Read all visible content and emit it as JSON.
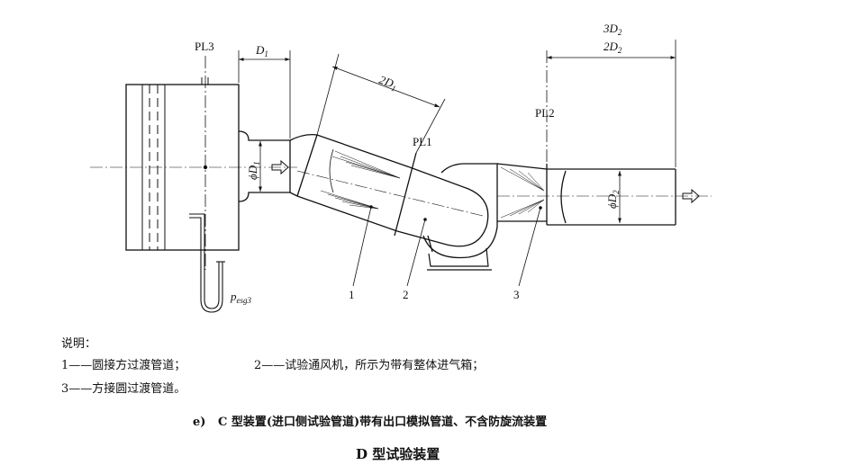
{
  "labels": {
    "pl3": "PL3",
    "pl1": "PL1",
    "pl2": "PL2",
    "d1_dim": "D",
    "d1_sub": "1",
    "two_d1": "2D",
    "two_d1_sub": "1",
    "three_d2": "3D",
    "three_d2_sub": "2",
    "two_d2": "2D",
    "two_d2_sub": "2",
    "phi_d1": "ϕD",
    "phi_d1_sub": "1",
    "phi_d2": "ϕD",
    "phi_d2_sub": "2",
    "p_main": "p",
    "p_sub": "esg3",
    "num1": "1",
    "num2": "2",
    "num3": "3"
  },
  "legend": {
    "heading": "说明：",
    "item1": "1——圆接方过渡管道；",
    "item2": "2——试验通风机，所示为带有整体进气箱；",
    "item3": "3——方接圆过渡管道。"
  },
  "caption": "e)   C 型装置(进口侧试验管道)带有出口模拟管道、不含防旋流装置",
  "title": "D 型试验装置"
}
